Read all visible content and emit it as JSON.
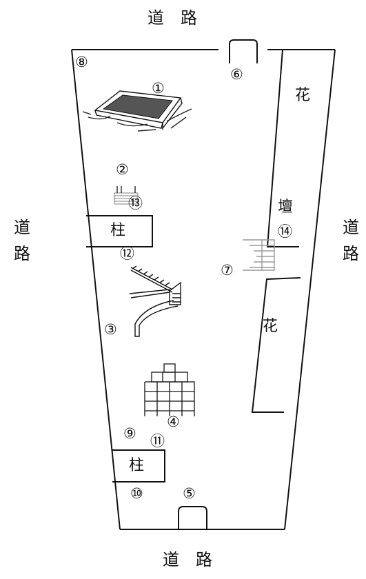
{
  "roads": {
    "top": "道　路",
    "bottom": "道　路",
    "left_top": "道",
    "left_bottom": "路",
    "right_top": "道",
    "right_bottom": "路"
  },
  "areas": {
    "flower_top": "花",
    "flower_mid": "花",
    "platform": "壇"
  },
  "pillars": {
    "upper": "柱",
    "lower": "柱"
  },
  "markers": {
    "m1": "①",
    "m2": "②",
    "m3": "③",
    "m4": "④",
    "m5": "⑤",
    "m6": "⑥",
    "m7": "⑦",
    "m8": "⑧",
    "m9": "⑨",
    "m10": "⑩",
    "m11": "⑪",
    "m12": "⑫",
    "m13": "⑬",
    "m14": "⑭"
  },
  "colors": {
    "line": "#111111",
    "equipment_gray": "#9a9a9a"
  }
}
